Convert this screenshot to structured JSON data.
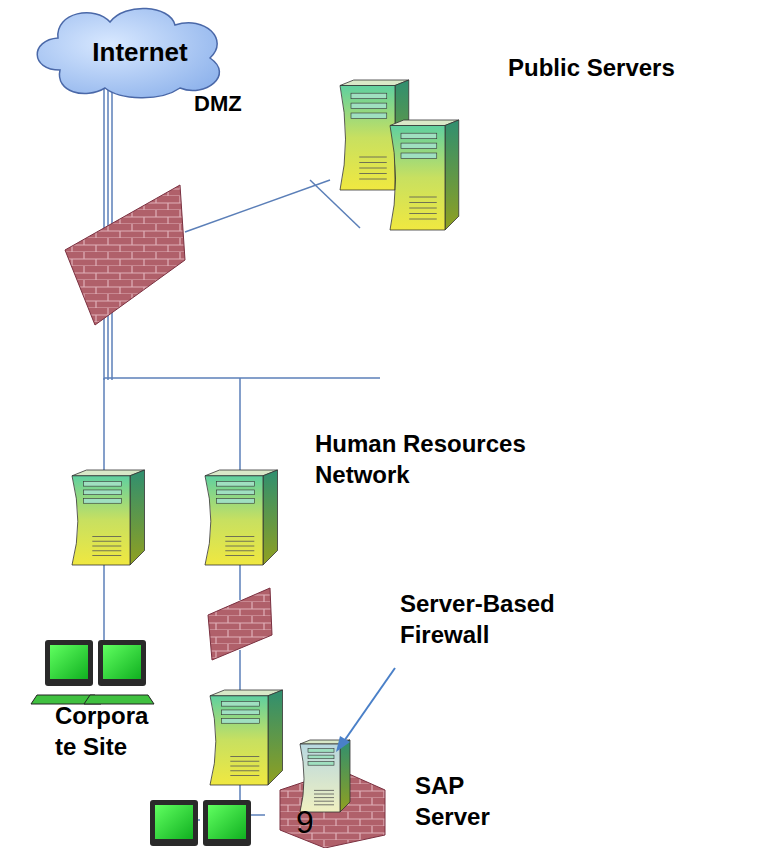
{
  "diagram": {
    "nodes": [
      {
        "text": [
          "Internet"
        ]
      }
    ],
    "labels": [
      "Public Servers",
      "DMZ",
      "Human Resources Network",
      "Server-Based Firewall",
      "Corpora te Site",
      "SAP Server",
      "9"
    ]
  }
}
